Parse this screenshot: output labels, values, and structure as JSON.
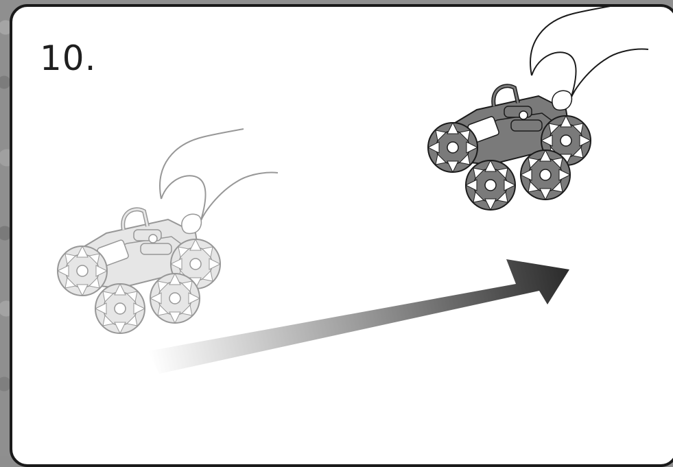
{
  "step": {
    "number_label": "10."
  },
  "illustration": {
    "start_vehicle_icon": "rover-with-hand-faded",
    "end_vehicle_icon": "rover-with-hand",
    "motion_arrow_icon": "gradient-arrow-right-up",
    "arrow_start_color": "#ffffff",
    "arrow_end_color": "#2b2b2b"
  }
}
